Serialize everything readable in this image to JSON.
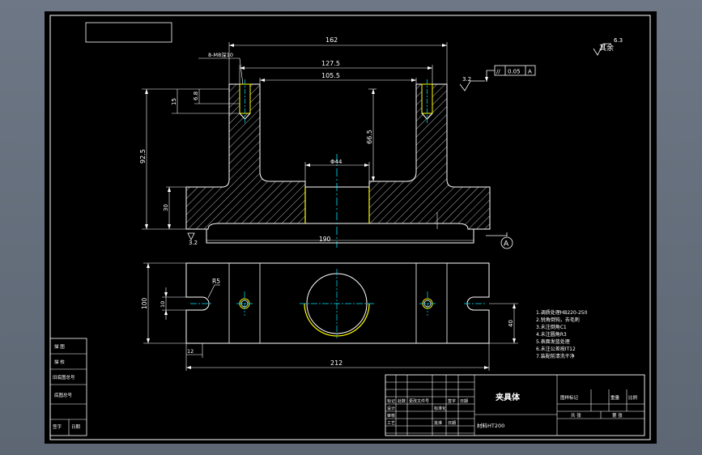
{
  "colors": {
    "canvas": "#000000",
    "viewport": "#5f6875",
    "line": "#ffffff",
    "hatch": "#ffffff",
    "dim": "#ffffff",
    "center": "#00e5ff",
    "arc": "#ffff00"
  },
  "dims": {
    "width_top": "162",
    "width_mid": "127.5",
    "width_inner": "105.5",
    "tap": "8-M8深10",
    "hole_depth_a": "15",
    "hole_depth_b": "6.8",
    "height_total": "92.5",
    "height_inner": "66.5",
    "bore": "Φ44",
    "base_h": "30",
    "base_w": "190",
    "slot_r": "R5",
    "plan_h": "100",
    "slot_w": "10",
    "plan_side": "40",
    "foot": "12",
    "total_w": "212",
    "rough_flat": "3.2",
    "rough_bottom": "3.2",
    "rough_corner": "6.3",
    "rest_label": "其余",
    "datum": "A"
  },
  "gdt": {
    "symbol": "//",
    "value": "0.05",
    "datum": "A"
  },
  "notes": [
    "1.调质处理HB220-250",
    "2.锐角倒钝，去毛刺",
    "3.未注倒角C1",
    "4.未注圆角R3",
    "5.表面发蓝处理",
    "6.未注公差按IT12",
    "7.装配前清洗干净"
  ],
  "left_strip": [
    "描 图",
    "描 校",
    "旧底图总号",
    "底图总号",
    "签字",
    "日期"
  ],
  "title_block": {
    "part_name": "夹具体",
    "material": "材料HT200",
    "cells_top": [
      "标记",
      "处数",
      "更改文件号",
      "签字",
      "日期"
    ],
    "cells_rows": [
      "设计",
      "标准化",
      "审核",
      "工艺",
      "批准",
      "日期"
    ],
    "right_header": [
      "图样标记",
      "重量",
      "比例"
    ],
    "right_sheet": [
      "共 张",
      "第 张"
    ]
  }
}
